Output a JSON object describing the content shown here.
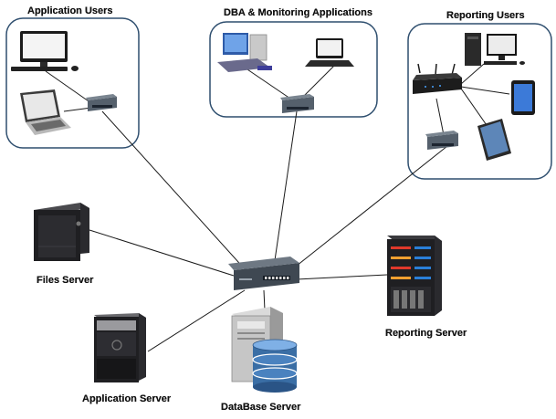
{
  "groups": {
    "application_users": "Application Users",
    "dba_monitoring": "DBA & Monitoring Applications",
    "reporting_users": "Reporting Users"
  },
  "servers": {
    "files": "Files Server",
    "application": "Application Server",
    "database": "DataBase Server",
    "reporting": "Reporting Server"
  },
  "colors": {
    "group_border": "#2f4f6f",
    "link_line": "#1a1a1a",
    "server_body": "#1f1f22",
    "switch_body": "#55606c",
    "db_cylinder": "#3a6ea5",
    "rack_leds": [
      "#e0392b",
      "#f0a030",
      "#2a7fd8"
    ]
  },
  "icons": {
    "desktop": "desktop-computer-icon",
    "laptop": "laptop-icon",
    "switch": "network-switch-icon",
    "router": "wireless-router-icon",
    "tablet": "tablet-icon",
    "tower_server": "tower-server-icon",
    "rack_server": "rack-server-icon",
    "database": "database-icon"
  }
}
